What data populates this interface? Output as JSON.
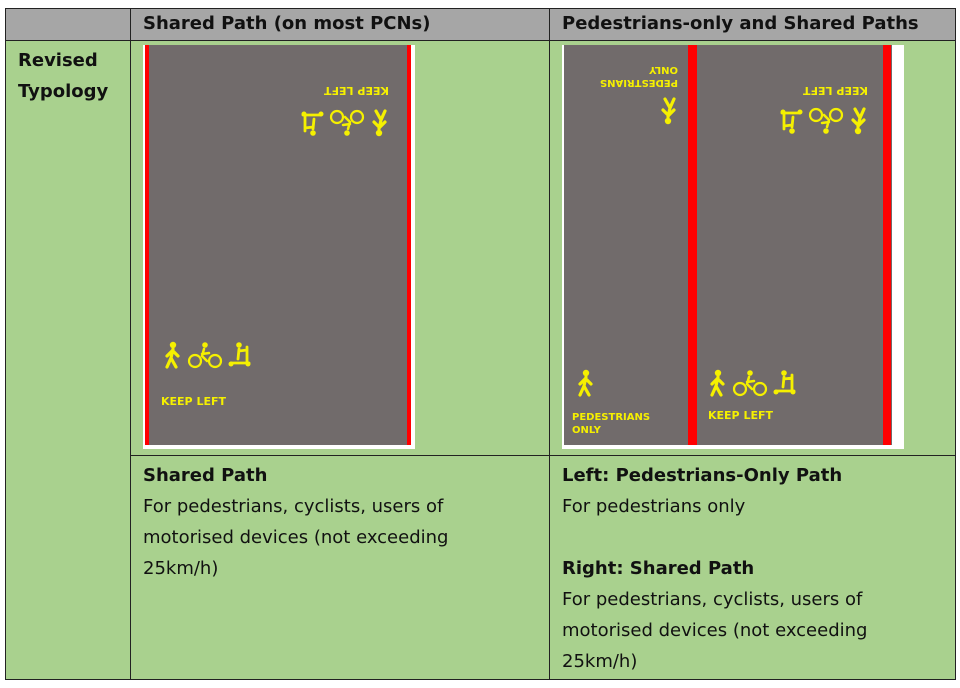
{
  "header": {
    "col1": "",
    "col2": "Shared Path (on most PCNs)",
    "col3": "Pedestrians-only and Shared Paths"
  },
  "row_label": "Revised Typology",
  "left_image": {
    "marking_top": "KEEP LEFT",
    "marking_bottom": "KEEP LEFT"
  },
  "right_image": {
    "ped_top": "PEDESTRIANS ONLY",
    "ped_bottom": "PEDESTRIANS ONLY",
    "shared_top": "KEEP LEFT",
    "shared_bottom": "KEEP LEFT"
  },
  "shared_desc": {
    "title": "Shared Path",
    "text": "For pedestrians, cyclists, users of motorised devices (not exceeding 25km/h)"
  },
  "split_desc": {
    "left_title": "Left: Pedestrians-Only Path",
    "left_text": "For pedestrians only",
    "right_title": "Right: Shared Path",
    "right_text": "For pedestrians, cyclists, users of motorised devices (not exceeding 25km/h)"
  },
  "colors": {
    "header": "#a6a6a6",
    "green": "#a9d18e",
    "road": "#716b6b",
    "marking": "#f5f000",
    "edge": "#ff0000"
  }
}
